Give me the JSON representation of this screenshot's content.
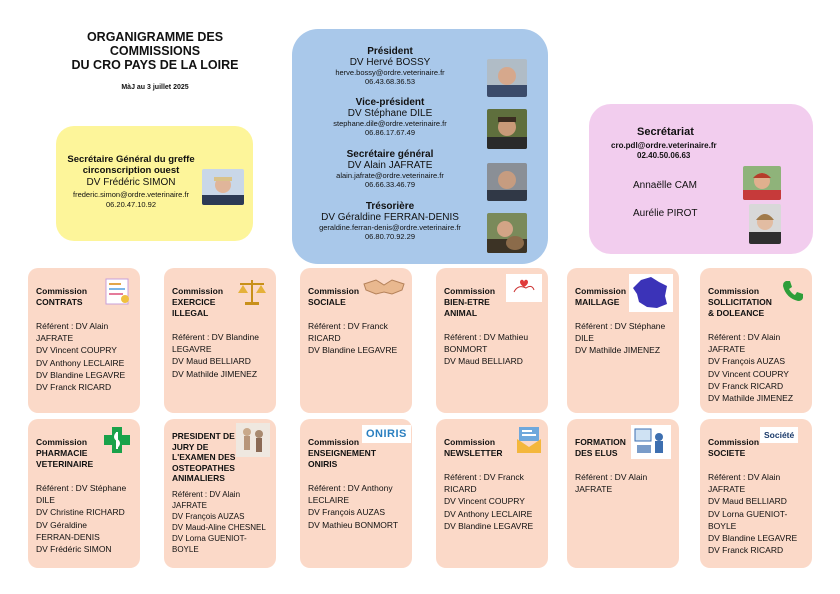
{
  "header": {
    "title_lines": [
      "ORGANIGRAMME DES",
      "COMMISSIONS",
      "DU CRO PAYS DE LA LOIRE"
    ],
    "update": "MàJ au 3 juillet 2025"
  },
  "secretaire_general": {
    "role_lines": [
      "Secrétaire Général du greffe",
      "circonscription ouest"
    ],
    "name": "DV Frédéric SIMON",
    "email": "frederic.simon@ordre.veterinaire.fr",
    "phone": "06.20.47.10.92"
  },
  "bureau": [
    {
      "role": "Président",
      "name": "DV Hervé BOSSY",
      "email": "herve.bossy@ordre.veterinaire.fr",
      "phone": "06.43.68.36.53"
    },
    {
      "role": "Vice-président",
      "name": "DV Stéphane DILE",
      "email": "stephane.dile@ordre.veterinaire.fr",
      "phone": "06.86.17.67.49"
    },
    {
      "role": "Secrétaire général",
      "name": "DV Alain JAFRATE",
      "email": "alain.jafrate@ordre.veterinaire.fr",
      "phone": "06.66.33.46.79"
    },
    {
      "role": "Trésorière",
      "name": "DV Géraldine FERRAN-DENIS",
      "email": "geraldine.ferran-denis@ordre.veterinaire.fr",
      "phone": "06.80.70.92.29"
    }
  ],
  "secretariat": {
    "title": "Secrétariat",
    "email": "cro.pdl@ordre.veterinaire.fr",
    "phone": "02.40.50.06.63",
    "members": [
      "Annaëlle CAM",
      "Aurélie PIROT"
    ]
  },
  "commissions": [
    {
      "title": [
        "Commission",
        "CONTRATS"
      ],
      "icon": "contract-icon",
      "lines": [
        "Référent : DV Alain",
        "JAFRATE",
        "DV Vincent COUPRY",
        "DV Anthony LECLAIRE",
        "DV Blandine LEGAVRE",
        "DV Franck RICARD"
      ]
    },
    {
      "title": [
        "Commission",
        "EXERCICE",
        "ILLEGAL"
      ],
      "icon": "scales-icon",
      "lines": [
        "Référent : DV Blandine",
        "LEGAVRE",
        "DV Maud BELLIARD",
        "DV Mathilde JIMENEZ"
      ]
    },
    {
      "title": [
        "Commission",
        "SOCIALE"
      ],
      "icon": "handshake-icon",
      "lines": [
        "Référent : DV Franck",
        "RICARD",
        "DV Blandine LEGAVRE"
      ]
    },
    {
      "title": [
        "Commission",
        "BIEN-ETRE",
        "ANIMAL"
      ],
      "icon": "animal-welfare-icon",
      "lines": [
        "Référent : DV Mathieu",
        "BONMORT",
        "DV Maud BELLIARD"
      ]
    },
    {
      "title": [
        "Commission",
        "MAILLAGE"
      ],
      "icon": "france-map-icon",
      "lines": [
        "Référent : DV Stéphane",
        "DILE",
        "DV Mathilde JIMENEZ"
      ]
    },
    {
      "title": [
        "Commission",
        "SOLLICITATION",
        "& DOLEANCE"
      ],
      "icon": "phone-icon",
      "lines": [
        "Référent : DV Alain",
        "JAFRATE",
        "DV François AUZAS",
        "DV Vincent COUPRY",
        "DV Franck RICARD",
        "DV Mathilde JIMENEZ"
      ]
    },
    {
      "title": [
        "Commission",
        "PHARMACIE",
        "VETERINAIRE"
      ],
      "icon": "pharmacy-cross-icon",
      "lines": [
        "Référent : DV Stéphane",
        "DILE",
        "DV Christine RICHARD",
        "DV Géraldine",
        "FERRAN-DENIS",
        "DV Frédéric SIMON"
      ]
    },
    {
      "title": [
        "PRESIDENT DE",
        "JURY DE",
        "L'EXAMEN DES",
        "OSTEOPATHES",
        "ANIMALIERS"
      ],
      "icon": "osteopathy-icon",
      "lines": [
        "Référent : DV Alain",
        "JAFRATE",
        "DV François AUZAS",
        "DV Maud-Aline CHESNEL",
        "DV Lorna GUENIOT-",
        "BOYLE"
      ]
    },
    {
      "title": [
        "Commission",
        "ENSEIGNEMENT",
        "ONIRIS"
      ],
      "icon": "oniris-logo-icon",
      "logo_text": "ONIRIS",
      "lines": [
        "Référent : DV Anthony",
        "LECLAIRE",
        "DV François AUZAS",
        "DV Mathieu BONMORT"
      ]
    },
    {
      "title": [
        "Commission",
        "NEWSLETTER"
      ],
      "icon": "newsletter-icon",
      "lines": [
        "Référent : DV Franck",
        "RICARD",
        "DV Vincent COUPRY",
        "DV Anthony LECLAIRE",
        "DV Blandine LEGAVRE"
      ]
    },
    {
      "title": [
        "FORMATION",
        "DES ELUS"
      ],
      "icon": "training-icon",
      "lines": [
        "Référent : DV Alain",
        "JAFRATE"
      ]
    },
    {
      "title": [
        "Commission",
        "SOCIETE"
      ],
      "icon": "societe-logo-icon",
      "logo_text": "Société",
      "lines": [
        "Référent : DV Alain",
        "JAFRATE",
        "DV Maud BELLIARD",
        "DV Lorna GUENIOT-",
        "BOYLE",
        "DV Blandine LEGAVRE",
        "DV Franck RICARD"
      ]
    }
  ],
  "colors": {
    "yellow_box": "#fdf59a",
    "blue_box": "#a9c8ea",
    "pink_box": "#f2cdee",
    "card": "#fbd9c8"
  }
}
